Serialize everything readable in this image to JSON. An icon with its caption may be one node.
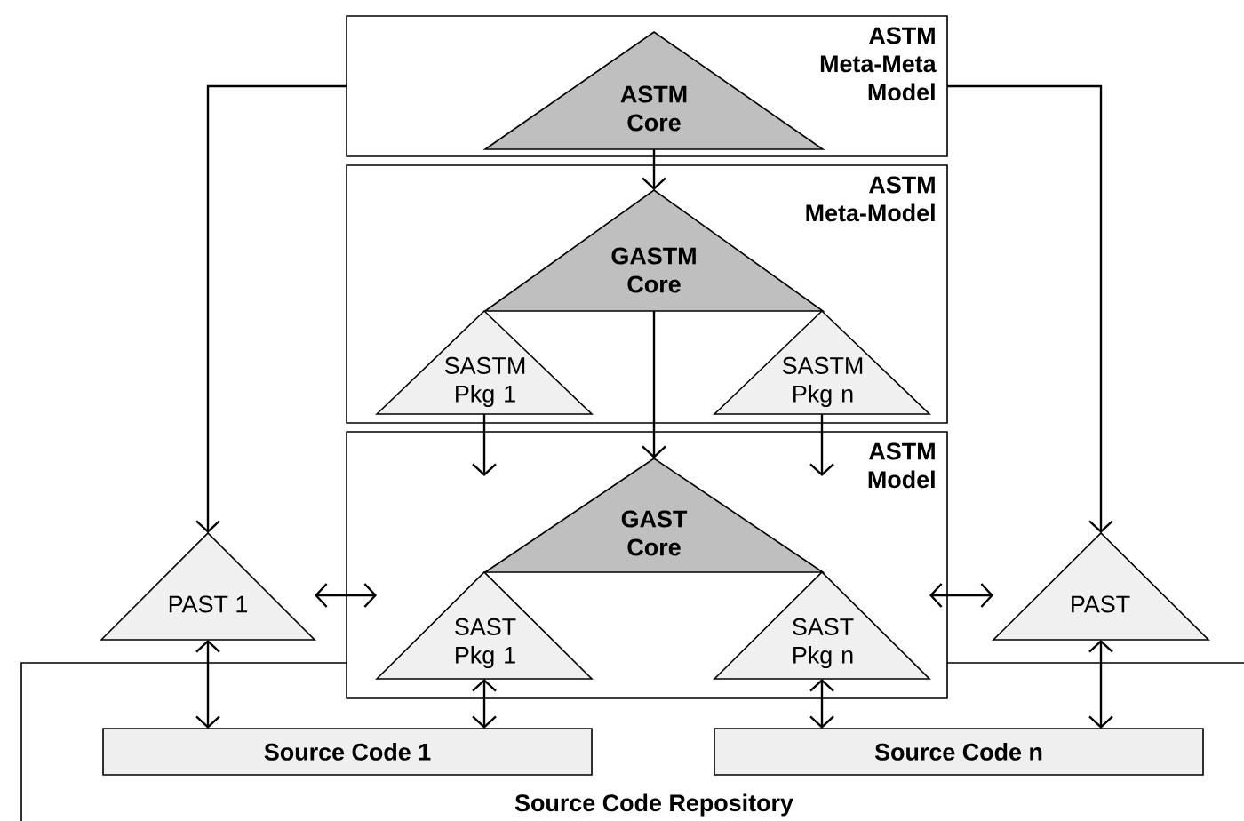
{
  "diagram": {
    "nodes": [
      {
        "text": [
          "ASTM Meta-Meta Model"
        ]
      },
      {
        "text": [
          "ASTM Core"
        ],
        "in": 0
      },
      {
        "text": [
          "ASTM Meta-Model"
        ]
      },
      {
        "text": [
          "GASTM Core"
        ],
        "in": 2
      },
      {
        "text": [
          "SASTM Pkg 1"
        ],
        "in": 2
      },
      {
        "text": [
          "SASTM Pkg n"
        ],
        "in": 2
      },
      {
        "text": [
          "ASTM Model"
        ]
      },
      {
        "text": [
          "GAST Core"
        ],
        "in": 6
      },
      {
        "text": [
          "PAST 1"
        ]
      },
      {
        "text": [
          "SAST Pkg 1"
        ],
        "in": 6
      },
      {
        "text": [
          "SAST Pkg n"
        ],
        "in": 6
      },
      {
        "text": [
          "PAST"
        ]
      },
      {
        "text": [
          "Source Code Repository"
        ]
      },
      {
        "text": [
          "Source Code 1"
        ],
        "in": 12
      },
      {
        "text": [
          "Source Code n"
        ],
        "in": 12
      }
    ],
    "edges": [
      {
        "from": 1,
        "to": 3,
        "arrow": "to"
      },
      {
        "from": 0,
        "to": 8,
        "arrow": "to"
      },
      {
        "from": 0,
        "to": 11,
        "arrow": "to"
      },
      {
        "from": 3,
        "to": 7,
        "arrow": "to"
      },
      {
        "from": 4,
        "to": null,
        "arrow": "to"
      },
      {
        "from": 5,
        "to": null,
        "arrow": "to"
      },
      {
        "from": 8,
        "to": 9,
        "arrow": "both"
      },
      {
        "from": 10,
        "to": 11,
        "arrow": "both"
      },
      {
        "from": 8,
        "to": 13,
        "arrow": "both"
      },
      {
        "from": 9,
        "to": 13,
        "arrow": "both"
      },
      {
        "from": 10,
        "to": 14,
        "arrow": "both"
      },
      {
        "from": 11,
        "to": 14,
        "arrow": "both"
      }
    ]
  }
}
